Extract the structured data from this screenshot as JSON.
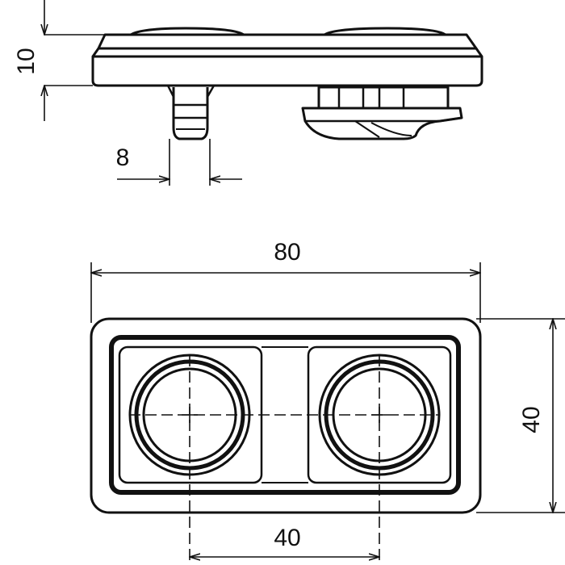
{
  "dimensions": {
    "height": "10",
    "stud_width": "8",
    "overall_length": "80",
    "overall_width": "40",
    "hole_spacing": "40"
  },
  "colors": {
    "line": "#111111",
    "background": "#ffffff"
  }
}
